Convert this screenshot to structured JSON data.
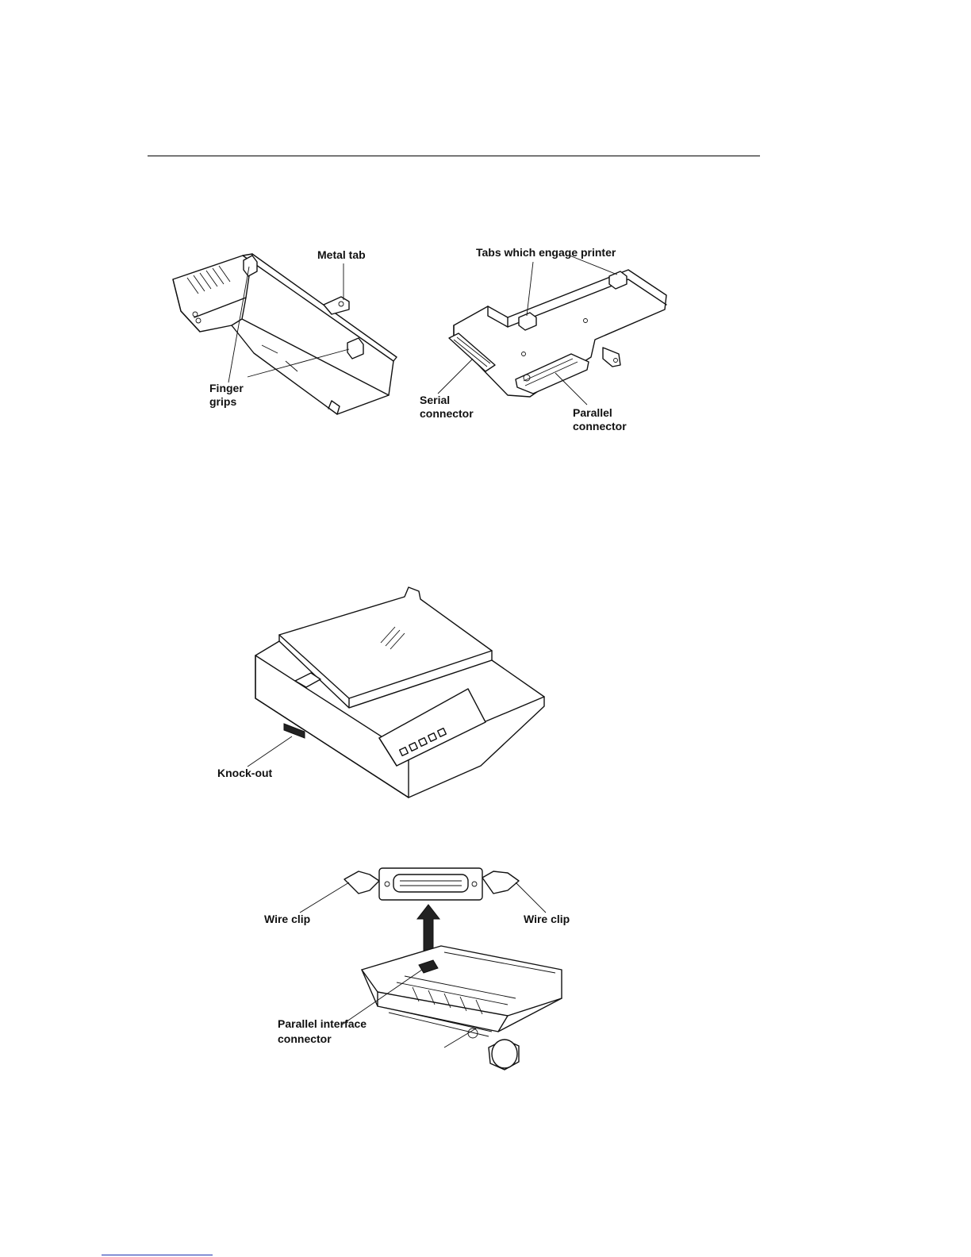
{
  "figure1": {
    "left_labels": {
      "metal_tab": "Metal tab",
      "finger_grips_line1": "Finger",
      "finger_grips_line2": "grips"
    },
    "right_labels": {
      "tabs": "Tabs which engage printer",
      "serial_line1": "Serial",
      "serial_line2": "connector",
      "parallel_line1": "Parallel",
      "parallel_line2": "connector"
    }
  },
  "figure2": {
    "knockout": "Knock-out"
  },
  "figure3": {
    "wire_clip_left": "Wire clip",
    "wire_clip_right": "Wire clip",
    "parallel_interface_line1": "Parallel interface",
    "parallel_interface_line2": "connector"
  }
}
